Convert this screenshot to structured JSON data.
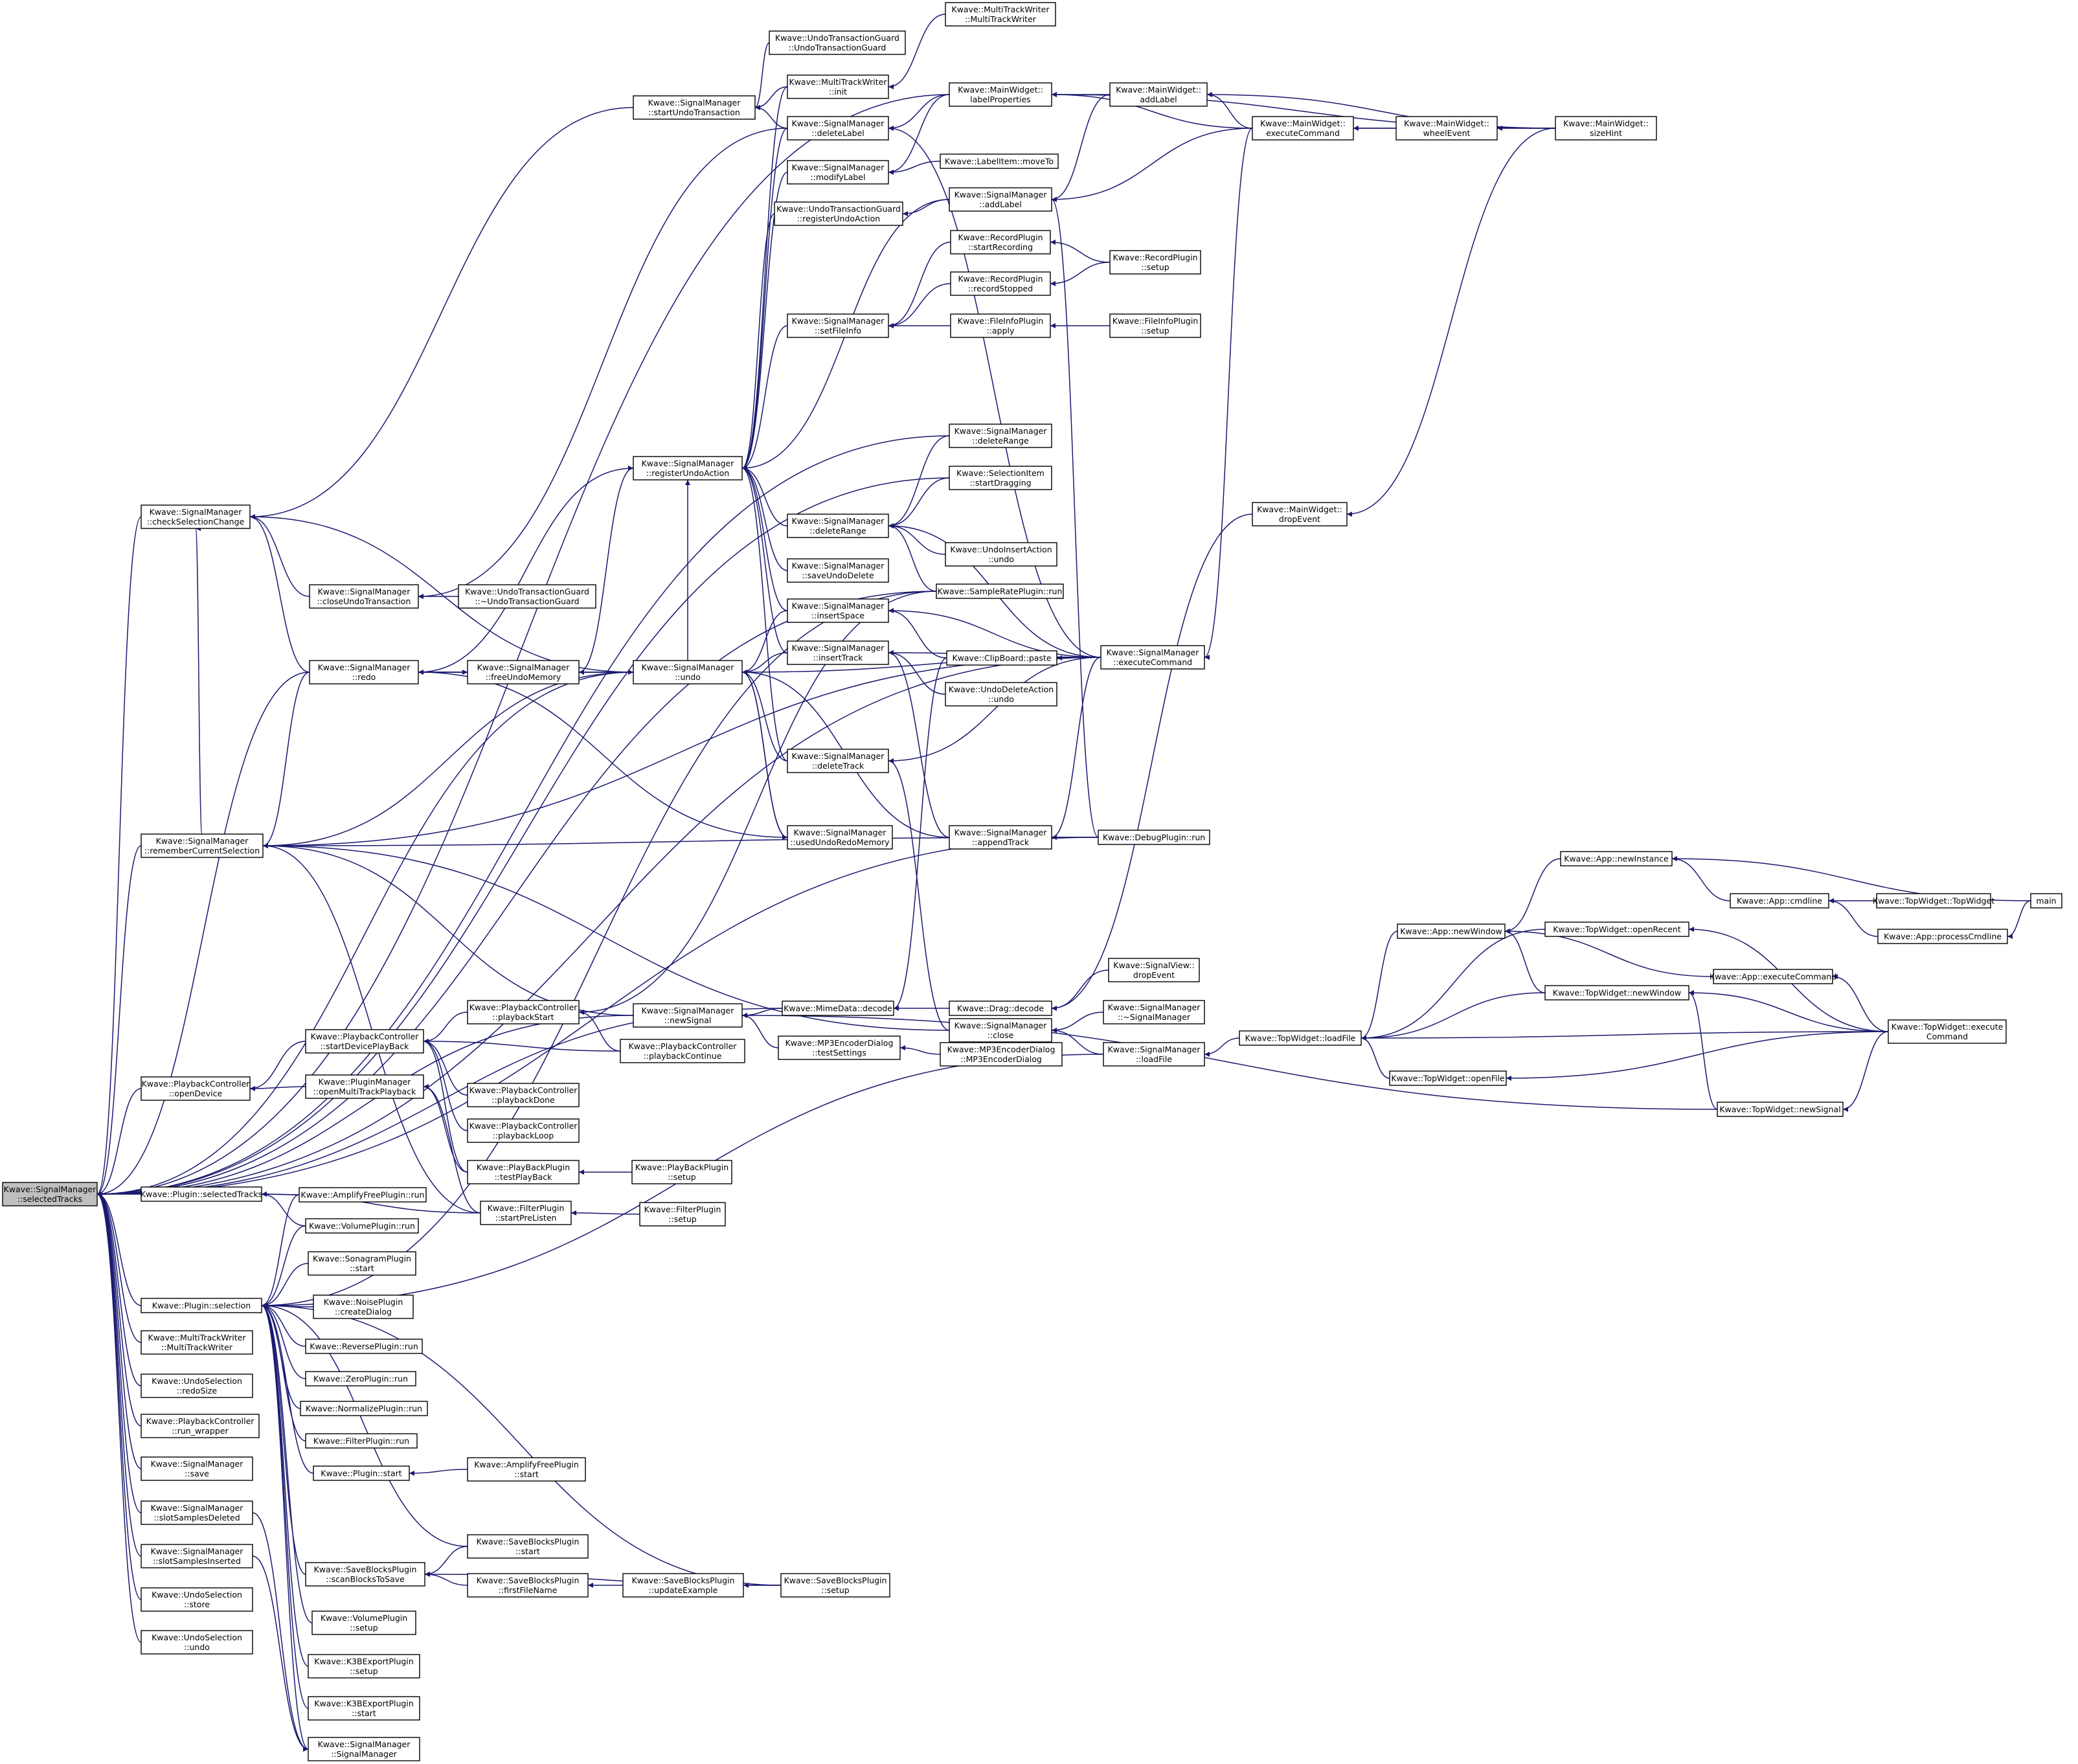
{
  "colors": {
    "edge": "#191970",
    "node_border": "#000000",
    "node_fill": "#ffffff",
    "highlight_fill": "#bfbfbf"
  },
  "nodes": [
    {
      "id": "n0",
      "lines": [
        "Kwave::SignalManager",
        "::selectedTracks"
      ],
      "highlight": true
    },
    {
      "id": "n1",
      "lines": [
        "Kwave::SignalManager",
        "::checkSelectionChange"
      ]
    },
    {
      "id": "n2",
      "lines": [
        "Kwave::SignalManager",
        "::rememberCurrentSelection"
      ]
    },
    {
      "id": "n3",
      "lines": [
        "Kwave::PlaybackController",
        "::openDevice"
      ]
    },
    {
      "id": "n4",
      "lines": [
        "Kwave::Plugin::selectedTracks"
      ]
    },
    {
      "id": "n5",
      "lines": [
        "Kwave::Plugin::selection"
      ]
    },
    {
      "id": "n6",
      "lines": [
        "Kwave::MultiTrackWriter",
        "::MultiTrackWriter"
      ]
    },
    {
      "id": "n7",
      "lines": [
        "Kwave::UndoSelection",
        "::redoSize"
      ]
    },
    {
      "id": "n8",
      "lines": [
        "Kwave::PlaybackController",
        "::run_wrapper"
      ]
    },
    {
      "id": "n9",
      "lines": [
        "Kwave::SignalManager",
        "::save"
      ]
    },
    {
      "id": "n10",
      "lines": [
        "Kwave::SignalManager",
        "::slotSamplesDeleted"
      ]
    },
    {
      "id": "n11",
      "lines": [
        "Kwave::SignalManager",
        "::slotSamplesInserted"
      ]
    },
    {
      "id": "n12",
      "lines": [
        "Kwave::UndoSelection",
        "::store"
      ]
    },
    {
      "id": "n13",
      "lines": [
        "Kwave::UndoSelection",
        "::undo"
      ]
    },
    {
      "id": "n14",
      "lines": [
        "Kwave::SignalManager",
        "::closeUndoTransaction"
      ]
    },
    {
      "id": "n15",
      "lines": [
        "Kwave::SignalManager",
        "::redo"
      ]
    },
    {
      "id": "n16",
      "lines": [
        "Kwave::PlaybackController",
        "::startDevicePlayBack"
      ]
    },
    {
      "id": "n17",
      "lines": [
        "Kwave::PluginManager",
        "::openMultiTrackPlayback"
      ]
    },
    {
      "id": "n18",
      "lines": [
        "Kwave::AmplifyFreePlugin::run"
      ]
    },
    {
      "id": "n19",
      "lines": [
        "Kwave::VolumePlugin::run"
      ]
    },
    {
      "id": "n20",
      "lines": [
        "Kwave::SonagramPlugin",
        "::start"
      ]
    },
    {
      "id": "n21",
      "lines": [
        "Kwave::NoisePlugin",
        "::createDialog"
      ]
    },
    {
      "id": "n22",
      "lines": [
        "Kwave::ReversePlugin::run"
      ]
    },
    {
      "id": "n23",
      "lines": [
        "Kwave::ZeroPlugin::run"
      ]
    },
    {
      "id": "n24",
      "lines": [
        "Kwave::NormalizePlugin::run"
      ]
    },
    {
      "id": "n25",
      "lines": [
        "Kwave::FilterPlugin::run"
      ]
    },
    {
      "id": "n26",
      "lines": [
        "Kwave::Plugin::start"
      ]
    },
    {
      "id": "n27",
      "lines": [
        "Kwave::SaveBlocksPlugin",
        "::scanBlocksToSave"
      ]
    },
    {
      "id": "n28",
      "lines": [
        "Kwave::VolumePlugin",
        "::setup"
      ]
    },
    {
      "id": "n29",
      "lines": [
        "Kwave::K3BExportPlugin",
        "::setup"
      ]
    },
    {
      "id": "n30",
      "lines": [
        "Kwave::K3BExportPlugin",
        "::start"
      ]
    },
    {
      "id": "n31",
      "lines": [
        "Kwave::SignalManager",
        "::SignalManager"
      ]
    },
    {
      "id": "n32",
      "lines": [
        "Kwave::SignalManager",
        "::startUndoTransaction"
      ]
    },
    {
      "id": "n33",
      "lines": [
        "Kwave::UndoTransactionGuard",
        "::~UndoTransactionGuard"
      ]
    },
    {
      "id": "n34",
      "lines": [
        "Kwave::SignalManager",
        "::freeUndoMemory"
      ]
    },
    {
      "id": "n35",
      "lines": [
        "Kwave::SignalManager",
        "::registerUndoAction"
      ]
    },
    {
      "id": "n36",
      "lines": [
        "Kwave::SignalManager",
        "::undo"
      ]
    },
    {
      "id": "n37",
      "lines": [
        "Kwave::SignalManager",
        "::newSignal"
      ]
    },
    {
      "id": "n38",
      "lines": [
        "Kwave::PlaybackController",
        "::playbackStart"
      ]
    },
    {
      "id": "n39",
      "lines": [
        "Kwave::PlaybackController",
        "::playbackContinue"
      ]
    },
    {
      "id": "n40",
      "lines": [
        "Kwave::PlaybackController",
        "::playbackDone"
      ]
    },
    {
      "id": "n41",
      "lines": [
        "Kwave::PlaybackController",
        "::playbackLoop"
      ]
    },
    {
      "id": "n42",
      "lines": [
        "Kwave::PlayBackPlugin",
        "::testPlayBack"
      ]
    },
    {
      "id": "n43",
      "lines": [
        "Kwave::FilterPlugin",
        "::startPreListen"
      ]
    },
    {
      "id": "n44",
      "lines": [
        "Kwave::PlayBackPlugin",
        "::setup"
      ]
    },
    {
      "id": "n45",
      "lines": [
        "Kwave::FilterPlugin",
        "::setup"
      ]
    },
    {
      "id": "n46",
      "lines": [
        "Kwave::AmplifyFreePlugin",
        "::start"
      ]
    },
    {
      "id": "n47",
      "lines": [
        "Kwave::SaveBlocksPlugin",
        "::start"
      ]
    },
    {
      "id": "n48",
      "lines": [
        "Kwave::SaveBlocksPlugin",
        "::firstFileName"
      ]
    },
    {
      "id": "n49",
      "lines": [
        "Kwave::SaveBlocksPlugin",
        "::updateExample"
      ]
    },
    {
      "id": "n50",
      "lines": [
        "Kwave::SaveBlocksPlugin",
        "::setup"
      ]
    },
    {
      "id": "n51",
      "lines": [
        "Kwave::UndoTransactionGuard",
        "::UndoTransactionGuard"
      ]
    },
    {
      "id": "n52",
      "lines": [
        "Kwave::MultiTrackWriter",
        "::init"
      ]
    },
    {
      "id": "n53",
      "lines": [
        "Kwave::SignalManager",
        "::deleteLabel"
      ]
    },
    {
      "id": "n54",
      "lines": [
        "Kwave::SignalManager",
        "::modifyLabel"
      ]
    },
    {
      "id": "n55",
      "lines": [
        "Kwave::UndoTransactionGuard",
        "::registerUndoAction"
      ]
    },
    {
      "id": "n56",
      "lines": [
        "Kwave::SignalManager",
        "::setFileInfo"
      ]
    },
    {
      "id": "n57",
      "lines": [
        "Kwave::SignalManager",
        "::deleteRange"
      ]
    },
    {
      "id": "n58",
      "lines": [
        "Kwave::SignalManager",
        "::saveUndoDelete"
      ]
    },
    {
      "id": "n59",
      "lines": [
        "Kwave::SignalManager",
        "::insertSpace"
      ]
    },
    {
      "id": "n60",
      "lines": [
        "Kwave::SignalManager",
        "::insertTrack"
      ]
    },
    {
      "id": "n61",
      "lines": [
        "Kwave::SignalManager",
        "::deleteTrack"
      ]
    },
    {
      "id": "n62",
      "lines": [
        "Kwave::SignalManager",
        "::usedUndoRedoMemory"
      ]
    },
    {
      "id": "n63",
      "lines": [
        "Kwave::MimeData::decode"
      ]
    },
    {
      "id": "n64",
      "lines": [
        "Kwave::MP3EncoderDialog",
        "::testSettings"
      ]
    },
    {
      "id": "n65",
      "lines": [
        "Kwave::MultiTrackWriter",
        "::MultiTrackWriter"
      ]
    },
    {
      "id": "n66",
      "lines": [
        "Kwave::MainWidget::",
        "labelProperties"
      ]
    },
    {
      "id": "n67",
      "lines": [
        "Kwave::LabelItem::moveTo"
      ]
    },
    {
      "id": "n68",
      "lines": [
        "Kwave::SignalManager",
        "::addLabel"
      ]
    },
    {
      "id": "n69",
      "lines": [
        "Kwave::RecordPlugin",
        "::startRecording"
      ]
    },
    {
      "id": "n70",
      "lines": [
        "Kwave::RecordPlugin",
        "::recordStopped"
      ]
    },
    {
      "id": "n71",
      "lines": [
        "Kwave::FileInfoPlugin",
        "::apply"
      ]
    },
    {
      "id": "n72",
      "lines": [
        "Kwave::SignalManager",
        "::deleteRange"
      ]
    },
    {
      "id": "n73",
      "lines": [
        "Kwave::SelectionItem",
        "::startDragging"
      ]
    },
    {
      "id": "n74",
      "lines": [
        "Kwave::UndoInsertAction",
        "::undo"
      ]
    },
    {
      "id": "n75",
      "lines": [
        "Kwave::SampleRatePlugin::run"
      ]
    },
    {
      "id": "n76",
      "lines": [
        "Kwave::ClipBoard::paste"
      ]
    },
    {
      "id": "n77",
      "lines": [
        "Kwave::UndoDeleteAction",
        "::undo"
      ]
    },
    {
      "id": "n78",
      "lines": [
        "Kwave::SignalManager",
        "::appendTrack"
      ]
    },
    {
      "id": "n79",
      "lines": [
        "Kwave::Drag::decode"
      ]
    },
    {
      "id": "n80",
      "lines": [
        "Kwave::SignalManager",
        "::close"
      ]
    },
    {
      "id": "n81",
      "lines": [
        "Kwave::MP3EncoderDialog",
        "::MP3EncoderDialog"
      ]
    },
    {
      "id": "n82",
      "lines": [
        "Kwave::MainWidget::",
        "addLabel"
      ]
    },
    {
      "id": "n83",
      "lines": [
        "Kwave::RecordPlugin",
        "::setup"
      ]
    },
    {
      "id": "n84",
      "lines": [
        "Kwave::FileInfoPlugin",
        "::setup"
      ]
    },
    {
      "id": "n85",
      "lines": [
        "Kwave::SignalManager",
        "::executeCommand"
      ]
    },
    {
      "id": "n86",
      "lines": [
        "Kwave::DebugPlugin::run"
      ]
    },
    {
      "id": "n87",
      "lines": [
        "Kwave::SignalView::",
        "dropEvent"
      ]
    },
    {
      "id": "n88",
      "lines": [
        "Kwave::SignalManager",
        "::~SignalManager"
      ]
    },
    {
      "id": "n89",
      "lines": [
        "Kwave::SignalManager",
        "::loadFile"
      ]
    },
    {
      "id": "n90",
      "lines": [
        "Kwave::MainWidget::",
        "executeCommand"
      ]
    },
    {
      "id": "n91",
      "lines": [
        "Kwave::MainWidget::",
        "dropEvent"
      ]
    },
    {
      "id": "n92",
      "lines": [
        "Kwave::TopWidget::loadFile"
      ]
    },
    {
      "id": "n93",
      "lines": [
        "Kwave::MainWidget::",
        "wheelEvent"
      ]
    },
    {
      "id": "n94",
      "lines": [
        "Kwave::MainWidget::",
        "sizeHint"
      ]
    },
    {
      "id": "n95",
      "lines": [
        "Kwave::App::newWindow"
      ]
    },
    {
      "id": "n96",
      "lines": [
        "Kwave::TopWidget::openFile"
      ]
    },
    {
      "id": "n97",
      "lines": [
        "Kwave::App::newInstance"
      ]
    },
    {
      "id": "n98",
      "lines": [
        "Kwave::TopWidget::openRecent"
      ]
    },
    {
      "id": "n99",
      "lines": [
        "Kwave::TopWidget::newWindow"
      ]
    },
    {
      "id": "n100",
      "lines": [
        "Kwave::App::cmdline"
      ]
    },
    {
      "id": "n101",
      "lines": [
        "Kwave::App::executeCommand"
      ]
    },
    {
      "id": "n102",
      "lines": [
        "Kwave::TopWidget::newSignal"
      ]
    },
    {
      "id": "n103",
      "lines": [
        "Kwave::TopWidget::TopWidget"
      ]
    },
    {
      "id": "n104",
      "lines": [
        "Kwave::App::processCmdline"
      ]
    },
    {
      "id": "n105",
      "lines": [
        "Kwave::TopWidget::execute",
        "Command"
      ]
    },
    {
      "id": "n106",
      "lines": [
        "main"
      ]
    }
  ],
  "edges": [
    [
      "n1",
      "n0"
    ],
    [
      "n2",
      "n0"
    ],
    [
      "n3",
      "n0"
    ],
    [
      "n4",
      "n0"
    ],
    [
      "n5",
      "n0"
    ],
    [
      "n6",
      "n0"
    ],
    [
      "n7",
      "n0"
    ],
    [
      "n8",
      "n0"
    ],
    [
      "n9",
      "n0"
    ],
    [
      "n10",
      "n0"
    ],
    [
      "n11",
      "n0"
    ],
    [
      "n12",
      "n0"
    ],
    [
      "n13",
      "n0"
    ],
    [
      "n15",
      "n0"
    ],
    [
      "n36",
      "n0"
    ],
    [
      "n37",
      "n0"
    ],
    [
      "n85",
      "n0"
    ],
    [
      "n86",
      "n0"
    ],
    [
      "n63",
      "n0"
    ],
    [
      "n72",
      "n0"
    ],
    [
      "n73",
      "n0"
    ],
    [
      "n75",
      "n0"
    ],
    [
      "n66",
      "n0"
    ],
    [
      "n32",
      "n1"
    ],
    [
      "n36",
      "n1"
    ],
    [
      "n15",
      "n1"
    ],
    [
      "n14",
      "n1"
    ],
    [
      "n2",
      "n1"
    ],
    [
      "n15",
      "n2"
    ],
    [
      "n36",
      "n2"
    ],
    [
      "n85",
      "n2"
    ],
    [
      "n86",
      "n2"
    ],
    [
      "n37",
      "n2"
    ],
    [
      "n80",
      "n2"
    ],
    [
      "n43",
      "n2"
    ],
    [
      "n16",
      "n3"
    ],
    [
      "n17",
      "n3"
    ],
    [
      "n18",
      "n4"
    ],
    [
      "n19",
      "n4"
    ],
    [
      "n43",
      "n4"
    ],
    [
      "n18",
      "n5"
    ],
    [
      "n19",
      "n5"
    ],
    [
      "n20",
      "n5"
    ],
    [
      "n21",
      "n5"
    ],
    [
      "n22",
      "n5"
    ],
    [
      "n23",
      "n5"
    ],
    [
      "n24",
      "n5"
    ],
    [
      "n25",
      "n5"
    ],
    [
      "n26",
      "n5"
    ],
    [
      "n27",
      "n5"
    ],
    [
      "n28",
      "n5"
    ],
    [
      "n29",
      "n5"
    ],
    [
      "n30",
      "n5"
    ],
    [
      "n31",
      "n5"
    ],
    [
      "n47",
      "n5"
    ],
    [
      "n50",
      "n5"
    ],
    [
      "n75",
      "n5"
    ],
    [
      "n89",
      "n5"
    ],
    [
      "n10",
      "n31"
    ],
    [
      "n11",
      "n31"
    ],
    [
      "n33",
      "n14"
    ],
    [
      "n53",
      "n14"
    ],
    [
      "n34",
      "n15"
    ],
    [
      "n36",
      "n15"
    ],
    [
      "n38",
      "n16"
    ],
    [
      "n39",
      "n16"
    ],
    [
      "n40",
      "n16"
    ],
    [
      "n41",
      "n16"
    ],
    [
      "n42",
      "n16"
    ],
    [
      "n42",
      "n17"
    ],
    [
      "n43",
      "n17"
    ],
    [
      "n46",
      "n26"
    ],
    [
      "n47",
      "n27"
    ],
    [
      "n48",
      "n27"
    ],
    [
      "n50",
      "n27"
    ],
    [
      "n51",
      "n32"
    ],
    [
      "n52",
      "n32"
    ],
    [
      "n53",
      "n32"
    ],
    [
      "n15",
      "n34"
    ],
    [
      "n36",
      "n34"
    ],
    [
      "n15",
      "n35"
    ],
    [
      "n36",
      "n35"
    ],
    [
      "n34",
      "n35"
    ],
    [
      "n53",
      "n35"
    ],
    [
      "n54",
      "n35"
    ],
    [
      "n55",
      "n35"
    ],
    [
      "n56",
      "n35"
    ],
    [
      "n57",
      "n35"
    ],
    [
      "n58",
      "n35"
    ],
    [
      "n59",
      "n35"
    ],
    [
      "n60",
      "n35"
    ],
    [
      "n61",
      "n35"
    ],
    [
      "n68",
      "n35"
    ],
    [
      "n52",
      "n35"
    ],
    [
      "n34",
      "n36"
    ],
    [
      "n59",
      "n36"
    ],
    [
      "n60",
      "n36"
    ],
    [
      "n61",
      "n36"
    ],
    [
      "n62",
      "n36"
    ],
    [
      "n78",
      "n36"
    ],
    [
      "n85",
      "n36"
    ],
    [
      "n15",
      "n62"
    ],
    [
      "n36",
      "n62"
    ],
    [
      "n63",
      "n37"
    ],
    [
      "n64",
      "n37"
    ],
    [
      "n102",
      "n37"
    ],
    [
      "n75",
      "n38"
    ],
    [
      "n39",
      "n38"
    ],
    [
      "n45",
      "n43"
    ],
    [
      "n44",
      "n42"
    ],
    [
      "n49",
      "n48"
    ],
    [
      "n50",
      "n49"
    ],
    [
      "n65",
      "n52"
    ],
    [
      "n66",
      "n53"
    ],
    [
      "n85",
      "n53"
    ],
    [
      "n67",
      "n54"
    ],
    [
      "n66",
      "n54"
    ],
    [
      "n68",
      "n55"
    ],
    [
      "n69",
      "n56"
    ],
    [
      "n70",
      "n56"
    ],
    [
      "n71",
      "n56"
    ],
    [
      "n72",
      "n57"
    ],
    [
      "n73",
      "n57"
    ],
    [
      "n74",
      "n57"
    ],
    [
      "n75",
      "n57"
    ],
    [
      "n85",
      "n57"
    ],
    [
      "n76",
      "n59"
    ],
    [
      "n85",
      "n59"
    ],
    [
      "n77",
      "n60"
    ],
    [
      "n78",
      "n60"
    ],
    [
      "n85",
      "n60"
    ],
    [
      "n85",
      "n61"
    ],
    [
      "n80",
      "n61"
    ],
    [
      "n79",
      "n63"
    ],
    [
      "n76",
      "n63"
    ],
    [
      "n81",
      "n64"
    ],
    [
      "n82",
      "n66"
    ],
    [
      "n90",
      "n66"
    ],
    [
      "n94",
      "n66"
    ],
    [
      "n82",
      "n68"
    ],
    [
      "n90",
      "n68"
    ],
    [
      "n86",
      "n68"
    ],
    [
      "n83",
      "n69"
    ],
    [
      "n83",
      "n70"
    ],
    [
      "n84",
      "n71"
    ],
    [
      "n85",
      "n76"
    ],
    [
      "n86",
      "n78"
    ],
    [
      "n85",
      "n78"
    ],
    [
      "n87",
      "n79"
    ],
    [
      "n91",
      "n79"
    ],
    [
      "n88",
      "n80"
    ],
    [
      "n89",
      "n80"
    ],
    [
      "n90",
      "n82"
    ],
    [
      "n94",
      "n82"
    ],
    [
      "n90",
      "n85"
    ],
    [
      "n92",
      "n89"
    ],
    [
      "n93",
      "n90"
    ],
    [
      "n94",
      "n90"
    ],
    [
      "n94",
      "n93"
    ],
    [
      "n94",
      "n91"
    ],
    [
      "n95",
      "n92"
    ],
    [
      "n96",
      "n92"
    ],
    [
      "n98",
      "n92"
    ],
    [
      "n99",
      "n92"
    ],
    [
      "n105",
      "n92"
    ],
    [
      "n97",
      "n95"
    ],
    [
      "n99",
      "n95"
    ],
    [
      "n101",
      "n95"
    ],
    [
      "n100",
      "n97"
    ],
    [
      "n106",
      "n97"
    ],
    [
      "n103",
      "n100"
    ],
    [
      "n104",
      "n100"
    ],
    [
      "n106",
      "n104"
    ],
    [
      "n105",
      "n96"
    ],
    [
      "n105",
      "n98"
    ],
    [
      "n105",
      "n99"
    ],
    [
      "n105",
      "n101"
    ],
    [
      "n105",
      "n102"
    ],
    [
      "n102",
      "n99"
    ]
  ]
}
